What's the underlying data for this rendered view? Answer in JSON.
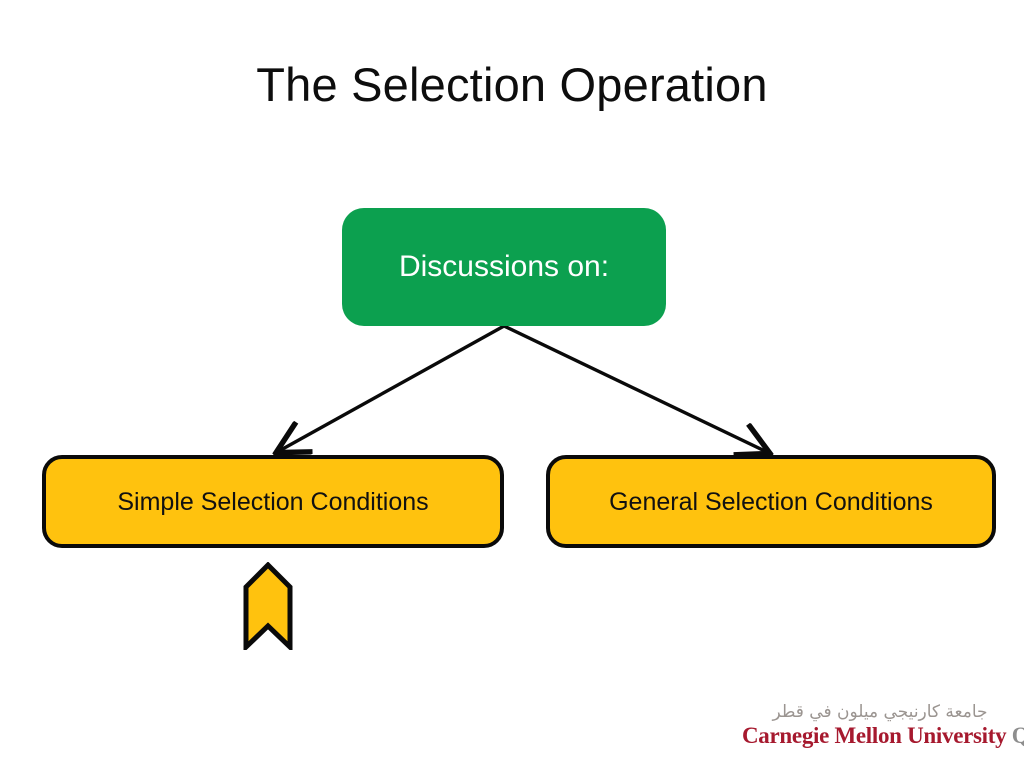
{
  "slide": {
    "title": "The Selection Operation",
    "background_color": "#FFFFFF"
  },
  "diagram": {
    "type": "tree",
    "root": {
      "label": "Discussions on:",
      "fill_color": "#0CA04F",
      "text_color": "#FFFFFF"
    },
    "children": [
      {
        "label": "Simple Selection Conditions",
        "fill_color": "#FFC20E",
        "border_color": "#0A0A0A",
        "text_color": "#111111"
      },
      {
        "label": "General Selection Conditions",
        "fill_color": "#FFC20E",
        "border_color": "#0A0A0A",
        "text_color": "#111111"
      }
    ],
    "connectors": [
      {
        "from": "root",
        "to": "Simple Selection Conditions",
        "style": "arrow"
      },
      {
        "from": "root",
        "to": "General Selection Conditions",
        "style": "arrow"
      }
    ],
    "marker": {
      "name": "ribbon-chevron-marker",
      "points_to": "Simple Selection Conditions",
      "fill_color": "#FFC20E",
      "border_color": "#0A0A0A"
    }
  },
  "logo": {
    "arabic_line": "جامعة كارنيجي ميلون في قطر",
    "wordmark_primary": "Carnegie Mellon University",
    "wordmark_secondary": "Qatar",
    "primary_color": "#A6192E",
    "secondary_color": "#8E8E8E",
    "arabic_color": "#9B9591"
  }
}
